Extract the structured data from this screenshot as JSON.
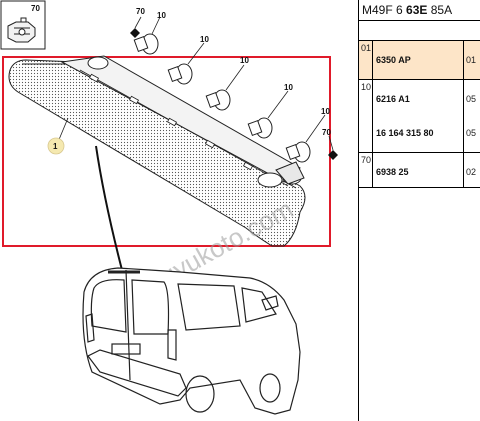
{
  "header": {
    "ref_prefix": "M49F 6",
    "ref_bold": "63E",
    "ref_suffix": "85A"
  },
  "diagram": {
    "callout_part": "1",
    "callout_bulb": "10",
    "callout_holder": "70",
    "inset_label": "70",
    "watermark": "duyukoto.com"
  },
  "table": {
    "rows": [
      {
        "num": "01",
        "parts": [
          {
            "code": "6350 AP",
            "qty": "01"
          }
        ],
        "selected": true
      },
      {
        "num": "10",
        "parts": [
          {
            "code": "6216 A1",
            "qty": "05"
          },
          {
            "code": "16 164 315 80",
            "qty": "05"
          }
        ],
        "selected": false
      },
      {
        "num": "70",
        "parts": [
          {
            "code": "6938 25",
            "qty": "02"
          }
        ],
        "selected": false
      }
    ]
  },
  "colors": {
    "highlight_frame": "#e01a2a",
    "selected_row": "#fde5c8",
    "callout_circle": "#f5e9b0"
  }
}
